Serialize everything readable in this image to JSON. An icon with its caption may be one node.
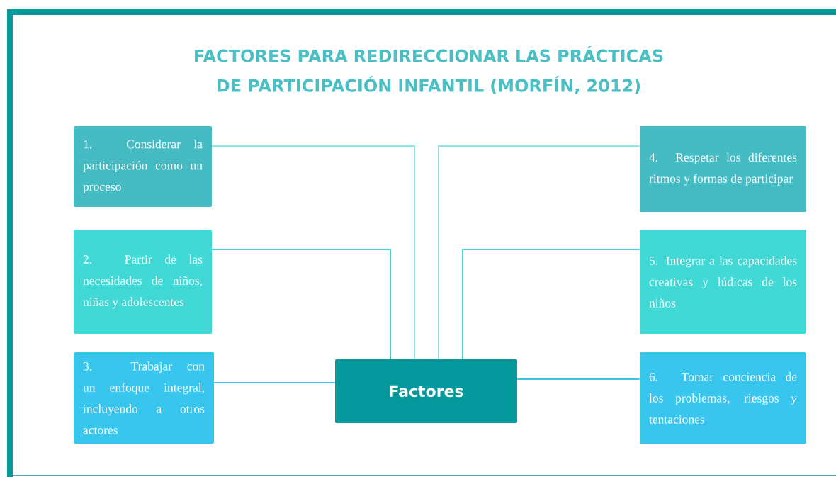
{
  "diagram": {
    "title": "FACTORES PARA REDIRECCIONAR LAS PRÁCTICAS DE PARTICIPACIÓN INFANTIL  (MORFÍN, 2012)",
    "nodes": [
      {
        "text": [
          "1. Considerar la participación como un proceso"
        ]
      },
      {
        "text": [
          "2. Partir de las necesidades de niños, niñas y adolescentes"
        ]
      },
      {
        "text": [
          "3. Trabajar con un enfoque integral, incluyendo a otros actores"
        ]
      },
      {
        "text": [
          "Factores"
        ]
      },
      {
        "text": [
          "4. Respetar los diferentes ritmos y formas de participar"
        ]
      },
      {
        "text": [
          "5. Integrar a las capacidades creativas y lúdicas de los niños"
        ]
      },
      {
        "text": [
          "6. Tomar conciencia de los problemas, riesgos y tentaciones"
        ]
      }
    ],
    "edges": [
      {
        "from": 3,
        "to": 0,
        "arrow": "none",
        "color": "#8ee3e3"
      },
      {
        "from": 3,
        "to": 1,
        "arrow": "none",
        "color": "#40d6d6"
      },
      {
        "from": 3,
        "to": 2,
        "arrow": "none",
        "color": "#3ec3e6"
      },
      {
        "from": 3,
        "to": 4,
        "arrow": "none",
        "color": "#8ee3e3"
      },
      {
        "from": 3,
        "to": 5,
        "arrow": "none",
        "color": "#40d6d6"
      },
      {
        "from": 3,
        "to": 6,
        "arrow": "none",
        "color": "#3ec3e6"
      }
    ]
  }
}
